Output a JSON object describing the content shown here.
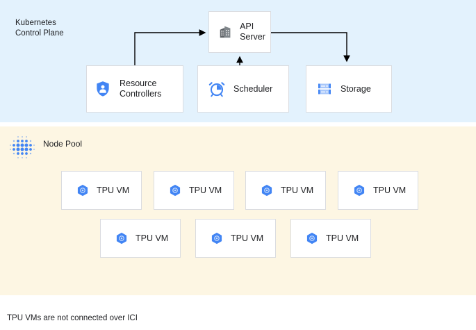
{
  "diagram": {
    "caption": "TPU VMs are not connected over ICI",
    "sections": {
      "control_plane": {
        "title": "Kubernetes\nControl Plane",
        "background_color": "#e3f2fd",
        "nodes": [
          {
            "id": "api-server",
            "label": "API\nServer",
            "icon": "building-icon",
            "icon_color": "#5f6368"
          },
          {
            "id": "resource-controllers",
            "label": "Resource\nControllers",
            "icon": "shield-person-icon",
            "icon_color": "#4285f4"
          },
          {
            "id": "scheduler",
            "label": "Scheduler",
            "icon": "alarm-clock-icon",
            "icon_color": "#4285f4"
          },
          {
            "id": "storage",
            "label": "Storage",
            "icon": "server-rack-icon",
            "icon_color": "#4285f4"
          }
        ],
        "connections": [
          {
            "from": "resource-controllers",
            "to": "api-server"
          },
          {
            "from": "scheduler",
            "to": "api-server"
          },
          {
            "from": "api-server",
            "to": "storage"
          }
        ]
      },
      "node_pool": {
        "title": "Node Pool",
        "background_color": "#fdf6e3",
        "icon": "dot-grid-icon",
        "icon_color": "#4285f4",
        "vm_label": "TPU VM",
        "vm_icon": "hexagon-gear-icon",
        "vm_icon_color": "#4285f4",
        "rows": [
          {
            "count": 4,
            "items": [
              {
                "label": "TPU VM"
              },
              {
                "label": "TPU VM"
              },
              {
                "label": "TPU VM"
              },
              {
                "label": "TPU VM"
              }
            ]
          },
          {
            "count": 3,
            "items": [
              {
                "label": "TPU VM"
              },
              {
                "label": "TPU VM"
              },
              {
                "label": "TPU VM"
              }
            ]
          }
        ]
      }
    }
  }
}
